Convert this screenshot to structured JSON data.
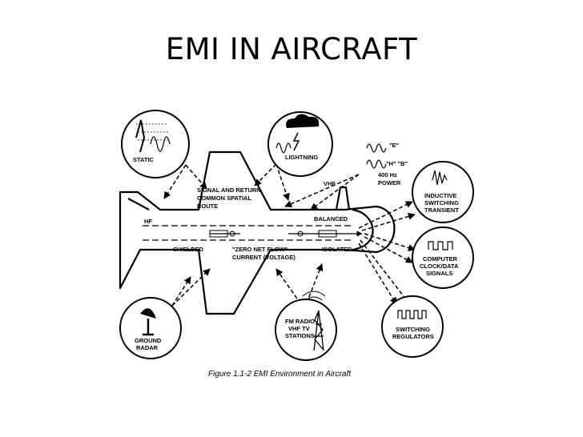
{
  "slide": {
    "title": "EMI IN AIRCRAFT"
  },
  "figure": {
    "caption": "Figure 1.1-2  EMI Environment in Aircraft",
    "sources": {
      "static": "STATIC",
      "lightning": "LIGHTNING",
      "power_e": "\"E\"",
      "power_hb": "\"H\" \"B\"",
      "power_freq": "400 Hz",
      "power_label": "POWER",
      "inductive_1": "INDUCTIVE",
      "inductive_2": "SWITCHING",
      "inductive_3": "TRANSIENT",
      "computer_1": "COMPUTER",
      "computer_2": "CLOCK/DATA",
      "computer_3": "SIGNALS",
      "switching_1": "SWITCHING",
      "switching_2": "REGULATORS",
      "fm_1": "FM RADIO",
      "fm_2": "VHF TV",
      "fm_3": "STATIONS",
      "radar_1": "GROUND",
      "radar_2": "RADAR"
    },
    "aircraft": {
      "hf": "HF",
      "vhf": "VHF",
      "signal_1": "SIGNAL AND RETURN",
      "signal_2": "COMMON SPATIAL",
      "signal_3": "ROUTE",
      "balanced": "BALANCED",
      "shielded": "SHIELDED",
      "zero_1": "\"ZERO NET FLOW\"",
      "zero_2": "CURRENT (VOLTAGE)",
      "isolated": "ISOLATED"
    }
  }
}
